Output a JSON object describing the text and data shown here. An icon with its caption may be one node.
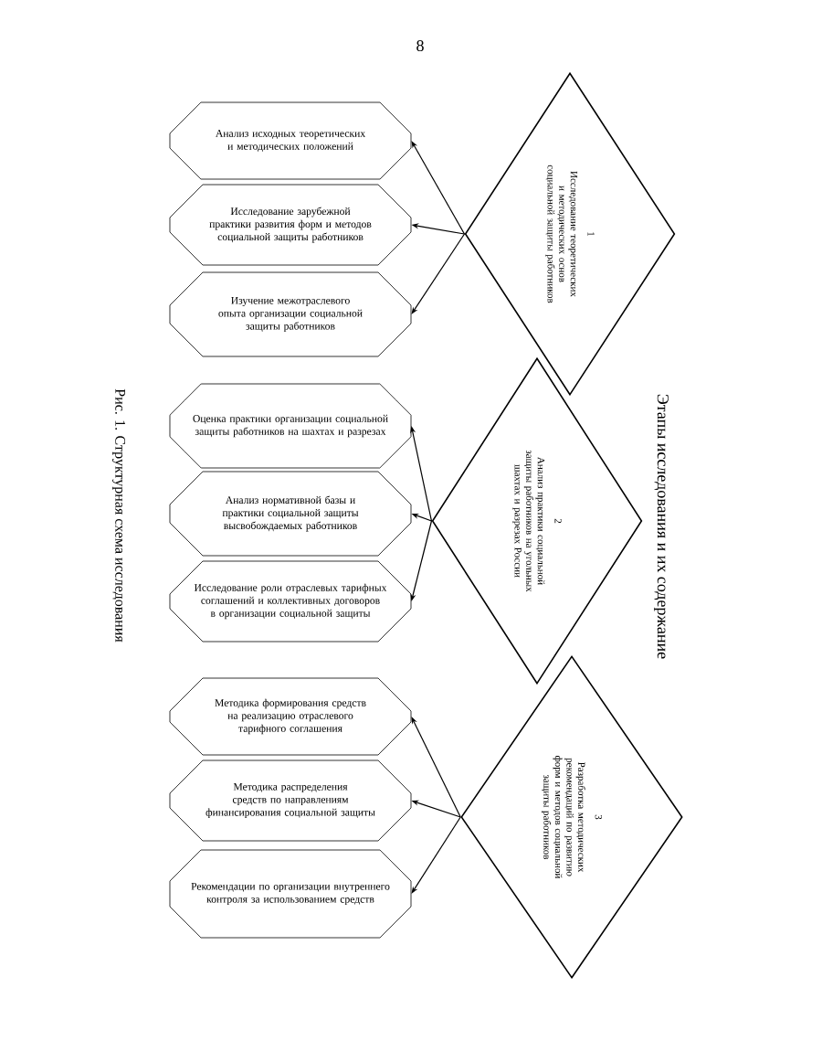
{
  "diagram": {
    "title": "Этапы исследования и их содержание",
    "caption": "Рис. 1. Структурная схема исследования",
    "nodes": [
      {
        "text": [
          "1",
          "Исследование теоретических и методических основ социальной защиты работников"
        ]
      },
      {
        "text": [
          "Анализ исходных теоретических и методических положений"
        ]
      },
      {
        "text": [
          "Исследование зарубежной практики развития форм и методов социальной защиты работников"
        ]
      },
      {
        "text": [
          "Изучение межотраслевого опыта организации социальной защиты работников"
        ]
      },
      {
        "text": [
          "2",
          "Анализ практики социальной защиты работников на угольных шахтах и разрезах России"
        ]
      },
      {
        "text": [
          "Оценка практики организации социальной защиты работников на шахтах и разрезах"
        ]
      },
      {
        "text": [
          "Анализ нормативной базы и практики социальной защиты высвобождаемых работников"
        ]
      },
      {
        "text": [
          "Исследование роли отраслевых тарифных соглашений и коллективных договоров в организации социальной защиты"
        ]
      },
      {
        "text": [
          "3",
          "Разработка методических рекомендаций по развитию форм и методов социальной защиты работников"
        ]
      },
      {
        "text": [
          "Методика формирования средств на реализацию отраслевого тарифного соглашения"
        ]
      },
      {
        "text": [
          "Методика распределения средств по направлениям финансирования социальной защиты"
        ]
      },
      {
        "text": [
          "Рекомендации по организации внутреннего контроля за использованием средств"
        ]
      }
    ],
    "edges": [
      {
        "from": 0,
        "to": 1,
        "arrow": "to"
      },
      {
        "from": 0,
        "to": 2,
        "arrow": "to"
      },
      {
        "from": 0,
        "to": 3,
        "arrow": "to"
      },
      {
        "from": 4,
        "to": 5,
        "arrow": "to"
      },
      {
        "from": 4,
        "to": 6,
        "arrow": "to"
      },
      {
        "from": 4,
        "to": 7,
        "arrow": "to"
      },
      {
        "from": 8,
        "to": 9,
        "arrow": "to"
      },
      {
        "from": 8,
        "to": 10,
        "arrow": "to"
      },
      {
        "from": 8,
        "to": 11,
        "arrow": "to"
      }
    ],
    "labels": [
      "8"
    ]
  }
}
